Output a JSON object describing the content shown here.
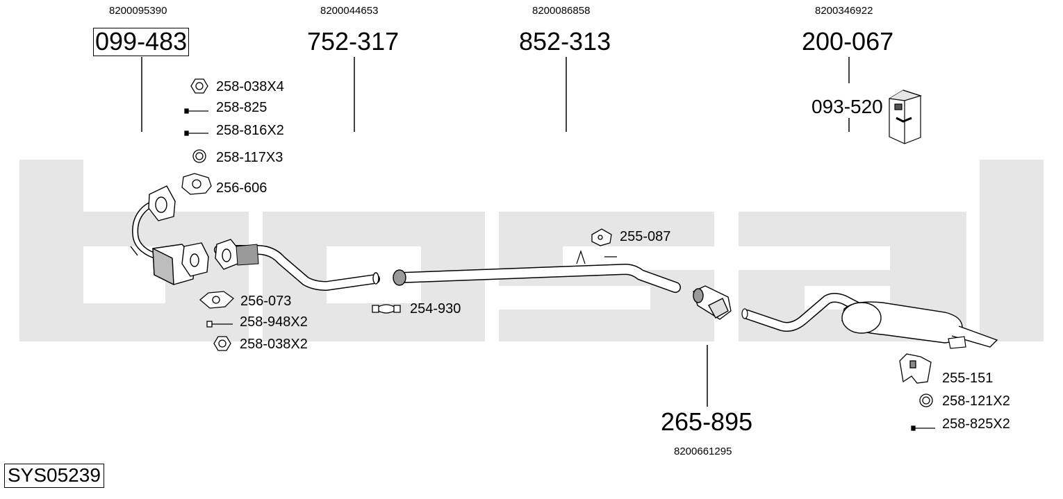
{
  "system_code": "SYS05239",
  "main_parts": [
    {
      "number": "099-483",
      "oem": "8200095390",
      "boxed": true
    },
    {
      "number": "752-317",
      "oem": "8200044653",
      "boxed": false
    },
    {
      "number": "852-313",
      "oem": "8200086858",
      "boxed": false
    },
    {
      "number": "200-067",
      "oem": "8200346922",
      "boxed": false
    },
    {
      "number": "265-895",
      "oem": "8200661295",
      "boxed": false
    }
  ],
  "kit": {
    "number": "093-520"
  },
  "accessories": [
    {
      "label": "258-038X4",
      "icon": "nut-icon"
    },
    {
      "label": "258-825",
      "icon": "bolt-icon"
    },
    {
      "label": "258-816X2",
      "icon": "bolt-icon"
    },
    {
      "label": "258-117X3",
      "icon": "ring-icon"
    },
    {
      "label": "256-606",
      "icon": "gasket-icon"
    },
    {
      "label": "256-073",
      "icon": "gasket-icon"
    },
    {
      "label": "258-948X2",
      "icon": "bolt-icon"
    },
    {
      "label": "258-038X2",
      "icon": "nut-icon"
    },
    {
      "label": "254-930",
      "icon": "clamp-icon"
    },
    {
      "label": "255-087",
      "icon": "rubber-mount-icon"
    },
    {
      "label": "255-151",
      "icon": "bracket-icon"
    },
    {
      "label": "258-121X2",
      "icon": "ring-icon"
    },
    {
      "label": "258-825X2",
      "icon": "bolt-icon"
    }
  ],
  "watermark_text": "bosal",
  "colors": {
    "watermark": "#e6e6e6",
    "line": "#000000",
    "part_fill": "#ffffff",
    "part_shade": "#bdbdbd"
  }
}
